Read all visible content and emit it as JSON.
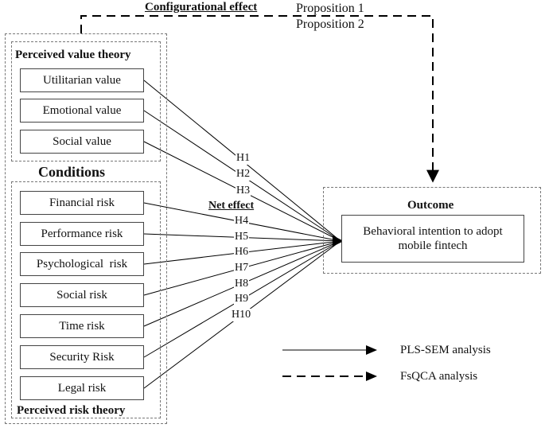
{
  "configurational_effect": "Configurational effect",
  "propositions": [
    "Proposition 1",
    "Proposition 2"
  ],
  "perceived_value_theory": "Perceived value theory",
  "value_items": [
    "Utilitarian value",
    "Emotional value",
    "Social value"
  ],
  "conditions": "Conditions",
  "risk_items": [
    "Financial risk",
    "Performance risk",
    "Psychological  risk",
    "Social risk",
    "Time risk",
    "Security Risk",
    "Legal risk"
  ],
  "perceived_risk_theory": "Perceived risk theory",
  "net_effect": "Net effect",
  "hypotheses": [
    "H1",
    "H2",
    "H3",
    "H4",
    "H5",
    "H6",
    "H7",
    "H8",
    "H9",
    "H10"
  ],
  "outcome": {
    "title": "Outcome",
    "text_line1": "Behavioral intention to adopt",
    "text_line2": "mobile fintech"
  },
  "legend": {
    "solid": "PLS-SEM analysis",
    "dashed": "FsQCA analysis"
  }
}
